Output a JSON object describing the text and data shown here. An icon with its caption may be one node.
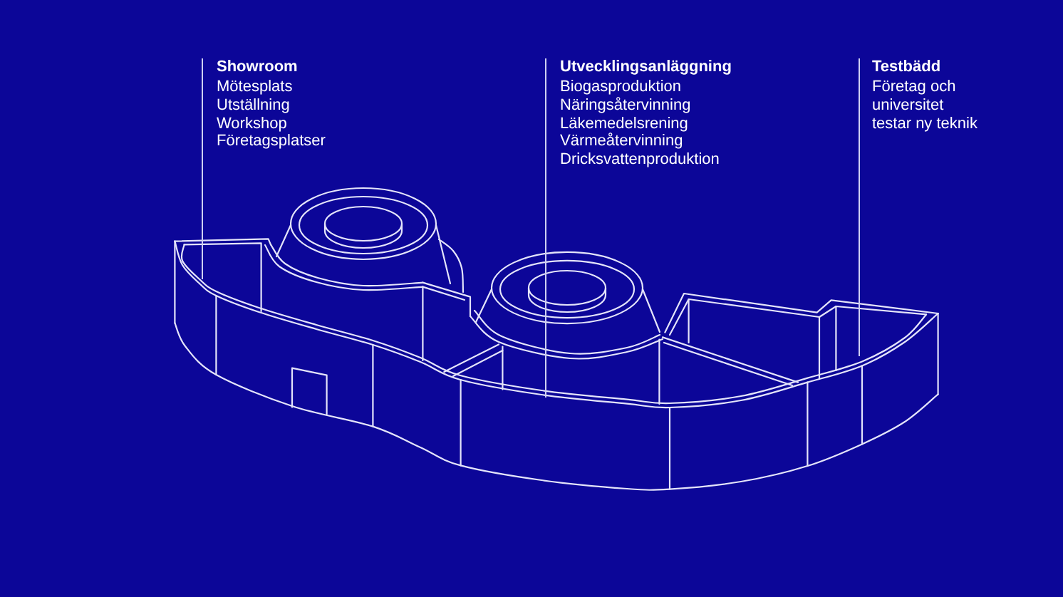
{
  "diagram": {
    "nodes": [
      {
        "text": [
          "Showroom",
          "Mötesplats",
          "Utställning",
          "Workshop",
          "Företagsplatser"
        ]
      },
      {
        "text": [
          "Utvecklingsanläggning",
          "Biogasproduktion",
          "Näringsåtervinning",
          "Läkemedelsrening",
          "Värmeåtervinning",
          "Dricksvattenproduktion"
        ]
      },
      {
        "text": [
          "Testbädd",
          "Företag och universitet testar ny teknik"
        ]
      }
    ],
    "edges": [
      {
        "from": 0,
        "to": null,
        "arrow": "none"
      },
      {
        "from": 1,
        "to": null,
        "arrow": "none"
      },
      {
        "from": 2,
        "to": null,
        "arrow": "none"
      }
    ]
  }
}
